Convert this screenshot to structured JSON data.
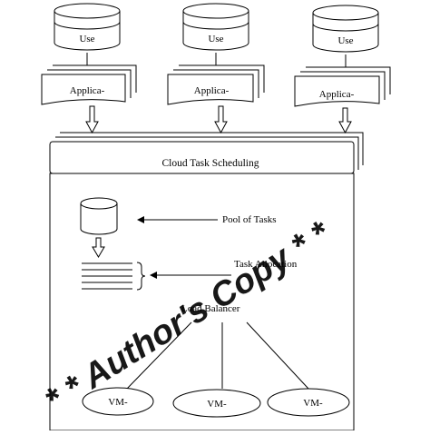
{
  "users": [
    {
      "label": "Use"
    },
    {
      "label": "Use"
    },
    {
      "label": "Use"
    }
  ],
  "applications": [
    {
      "label": "Applica-"
    },
    {
      "label": "Applica-"
    },
    {
      "label": "Applica-"
    }
  ],
  "scheduler": {
    "title": "Cloud Task Scheduling"
  },
  "pool": {
    "label": "Pool of Tasks"
  },
  "allocation": {
    "label": "Task Allocation"
  },
  "balancer": {
    "label": "Load Balancer"
  },
  "vms": [
    {
      "label": "VM-"
    },
    {
      "label": "VM-"
    },
    {
      "label": "VM-"
    }
  ],
  "watermark": {
    "text": "* * Author's Copy * *",
    "color": "#d9d9d9"
  }
}
